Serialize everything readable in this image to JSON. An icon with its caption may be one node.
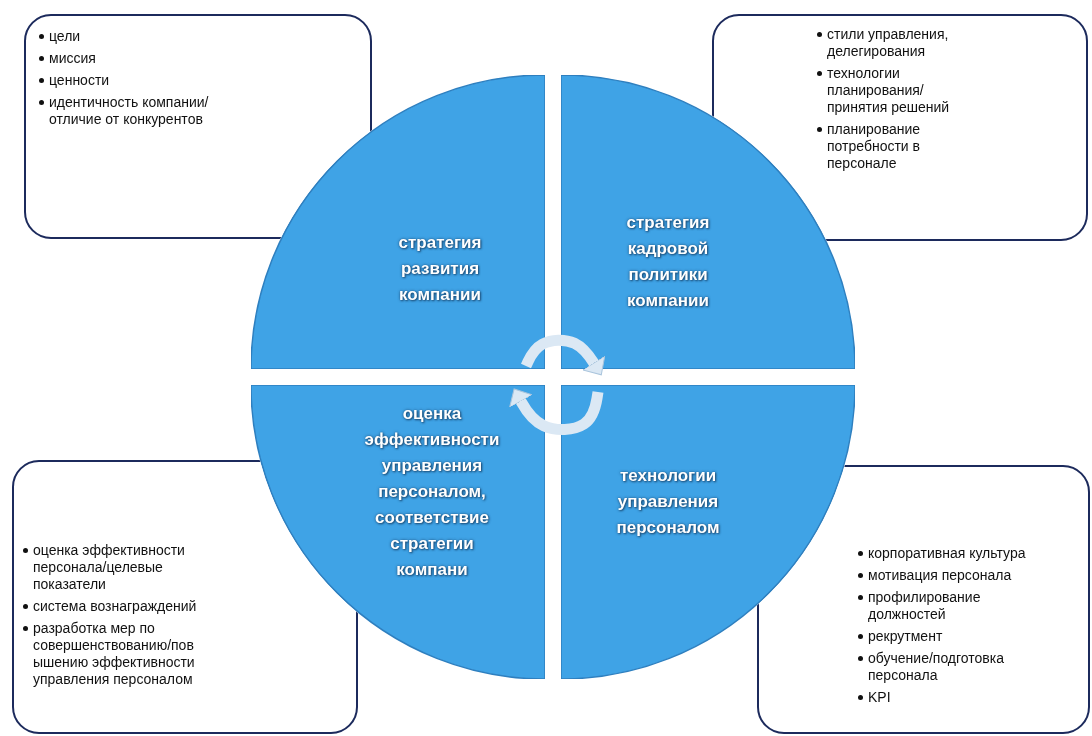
{
  "diagram": {
    "nodes": [
      {
        "text": [
          "цели",
          "миссия",
          "ценности",
          "идентичность компании/отличие от конкурентов"
        ]
      },
      {
        "text": [
          "стили управления, делегирования",
          "технологии планирования/принятия решений",
          "планирование потребности в персонале"
        ]
      },
      {
        "text": [
          "стратегия развития компании"
        ]
      },
      {
        "text": [
          "стратегия кадровой политики компании"
        ]
      },
      {
        "text": [
          "оценка эффективности управления персоналом, соответствие стратегии компани"
        ]
      },
      {
        "text": [
          "технологии управления персоналом"
        ]
      },
      {
        "text": [
          "оценка эффективности персонала/целевые показатели",
          "система вознаграждений",
          "разработка мер по совершенствованию/пов ышению эффективности управления персоналом"
        ]
      },
      {
        "text": [
          "корпоративная культура",
          "мотивация персонала",
          "профилирование должностей",
          "рекрутмент",
          "обучение/подготовка персонала",
          "KPI"
        ]
      }
    ],
    "edges": [
      {
        "from": 2,
        "to": 3,
        "arrow": "to"
      },
      {
        "from": 5,
        "to": 4,
        "arrow": "to"
      }
    ]
  }
}
